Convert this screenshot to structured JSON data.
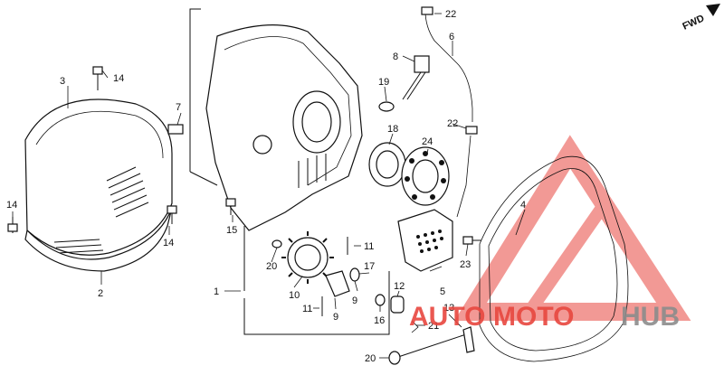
{
  "fwd_label": "FWD",
  "callouts": {
    "p1": "1",
    "p2": "2",
    "p3": "3",
    "p4": "4",
    "p5": "5",
    "p6": "6",
    "p7": "7",
    "p8": "8",
    "p9a": "9",
    "p9b": "9",
    "p10": "10",
    "p11a": "11",
    "p11b": "11",
    "p12": "12",
    "p13": "13",
    "p14a": "14",
    "p14b": "14",
    "p14c": "14",
    "p15": "15",
    "p16": "16",
    "p17": "17",
    "p18": "18",
    "p19": "19",
    "p20a": "20",
    "p20b": "20",
    "p21": "21",
    "p22a": "22",
    "p22b": "22",
    "p23": "23",
    "p24": "24"
  },
  "watermark": {
    "part_a": "AUTO",
    "part_b": "MOTO",
    "part_c": "HUB",
    "color_red": "#e8473f",
    "color_gray": "#8c8c8c"
  }
}
